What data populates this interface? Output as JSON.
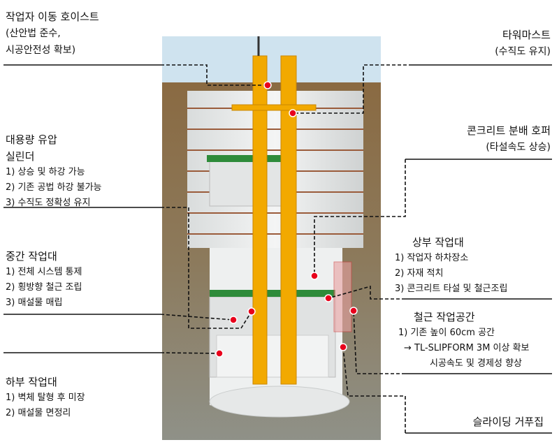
{
  "labels": {
    "hoist": {
      "title": "작업자 이동 호이스트",
      "lines": [
        "(산안법 준수,",
        "시공안전성 확보)"
      ]
    },
    "tower_mast": {
      "title": "타워마스트",
      "lines": [
        "(수직도 유지)"
      ]
    },
    "cylinder": {
      "title": "대용량 유압",
      "line2": "실린더",
      "items": [
        "1)   상승 및 하강 가능",
        "2)   기존 공법 하강 불가능",
        "3)   수직도 정확성 유지"
      ]
    },
    "hopper": {
      "title": "콘크리트 분배 호퍼",
      "lines": [
        "(타설속도 상승)"
      ]
    },
    "middle_deck": {
      "title": "중간 작업대",
      "items": [
        "1)   전체 시스템 통제",
        "2)   횡방향 철근 조립",
        "3)   매설물 매립"
      ]
    },
    "upper_deck": {
      "title": "상부 작업대",
      "items": [
        "1)   작업자 하차장소",
        "2)   자재 적치",
        "3)   콘크리트 타설 및 철근조립"
      ]
    },
    "rebar_space": {
      "title": "철근 작업공간",
      "items": [
        "1)   기존 높이 60cm 공간",
        "→ TL-SLIPFORM 3M 이상 확보",
        "시공속도 및 경제성 향상"
      ]
    },
    "lower_deck": {
      "title": "하부 작업대",
      "items": [
        "1)   벽체 탈형 후 미장",
        "2)   매설물 면정리"
      ]
    },
    "sliding_form": {
      "title": "슬라이딩 거푸집"
    }
  },
  "colors": {
    "marker": "#e8001c",
    "tower": "#f2a900",
    "platform": "#2e8b3a",
    "soil": "#8a6a42"
  }
}
